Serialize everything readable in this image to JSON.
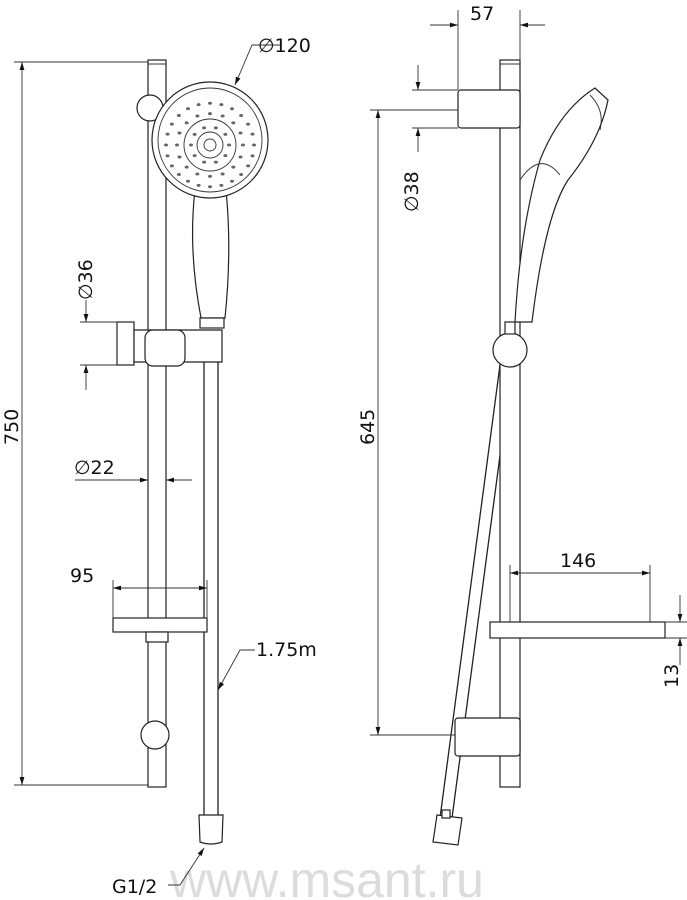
{
  "drawing": {
    "front_view": {
      "height_total": "750",
      "head_diameter": "∅120",
      "slider_diameter": "∅36",
      "rail_diameter": "∅22",
      "soap_dish_width": "95",
      "hose_length": "1.75m",
      "connection_thread": "G1/2"
    },
    "side_view": {
      "bracket_projection": "57",
      "bracket_diameter": "∅38",
      "bracket_spacing": "645",
      "soap_dish_depth": "146",
      "soap_dish_thickness": "13"
    },
    "watermark": "www.msant.ru"
  }
}
